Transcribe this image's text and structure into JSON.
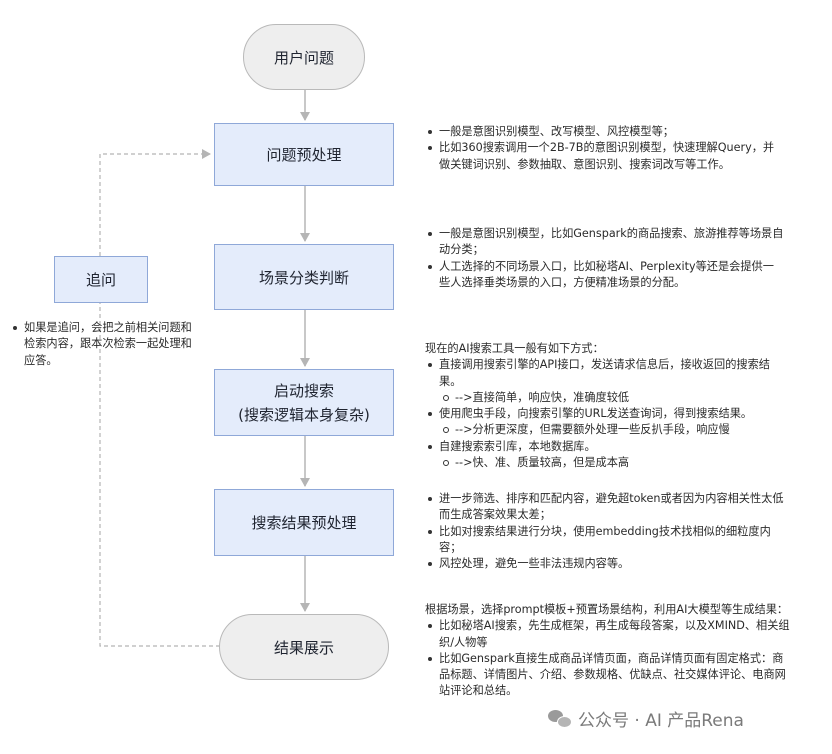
{
  "nodes": {
    "user_question": "用户问题",
    "preprocess": "问题预处理",
    "scene_classify": "场景分类判断",
    "start_search_line1": "启动搜索",
    "start_search_line2": "(搜索逻辑本身复杂)",
    "result_preprocess": "搜索结果预处理",
    "result_display": "结果展示",
    "follow_up": "追问"
  },
  "notes": {
    "preprocess": [
      "一般是意图识别模型、改写模型、风控模型等；",
      "比如360搜索调用一个2B-7B的意图识别模型，快速理解Query，并做关键词识别、参数抽取、意图识别、搜索词改写等工作。"
    ],
    "scene": [
      "一般是意图识别模型，比如Genspark的商品搜索、旅游推荐等场景自动分类；",
      "人工选择的不同场景入口，比如秘塔AI、Perplexity等还是会提供一些人选择垂类场景的入口，方便精准场景的分配。"
    ],
    "search": {
      "intro": "现在的AI搜索工具一般有如下方式：",
      "items": [
        {
          "text": "直接调用搜索引擎的API接口，发送请求信息后，接收返回的搜索结果。",
          "sub": "-->直接简单，响应快，准确度较低"
        },
        {
          "text": "使用爬虫手段，向搜索引擎的URL发送查询词，得到搜索结果。",
          "sub": "-->分析更深度，但需要额外处理一些反扒手段，响应慢"
        },
        {
          "text": "自建搜索索引库，本地数据库。",
          "sub": "-->快、准、质量较高，但是成本高"
        }
      ]
    },
    "result_preprocess": [
      "进一步筛选、排序和匹配内容，避免超token或者因为内容相关性太低而生成答案效果太差；",
      "比如对搜索结果进行分块，使用embedding技术找相似的细粒度内容；",
      "风控处理，避免一些非法违规内容等。"
    ],
    "display": {
      "intro": "根据场景，选择prompt模板+预置场景结构，利用AI大模型等生成结果：",
      "items": [
        "比如秘塔AI搜索，先生成框架，再生成每段答案，以及XMIND、相关组织/人物等",
        "比如Genspark直接生成商品详情页面，商品详情页面有固定格式：商品标题、详情图片、介绍、参数规格、优缺点、社交媒体评论、电商网站评论和总结。"
      ]
    },
    "follow_up": "如果是追问，会把之前相关问题和检索内容，跟本次检索一起处理和应答。"
  },
  "watermark": "公众号 · AI 产品Rena",
  "colors": {
    "process_fill": "#e4ecfb",
    "process_border": "#8fa8d8",
    "terminal_fill": "#eeeeee",
    "terminal_border": "#b9b9b9",
    "arrow": "#b5b5b5"
  }
}
